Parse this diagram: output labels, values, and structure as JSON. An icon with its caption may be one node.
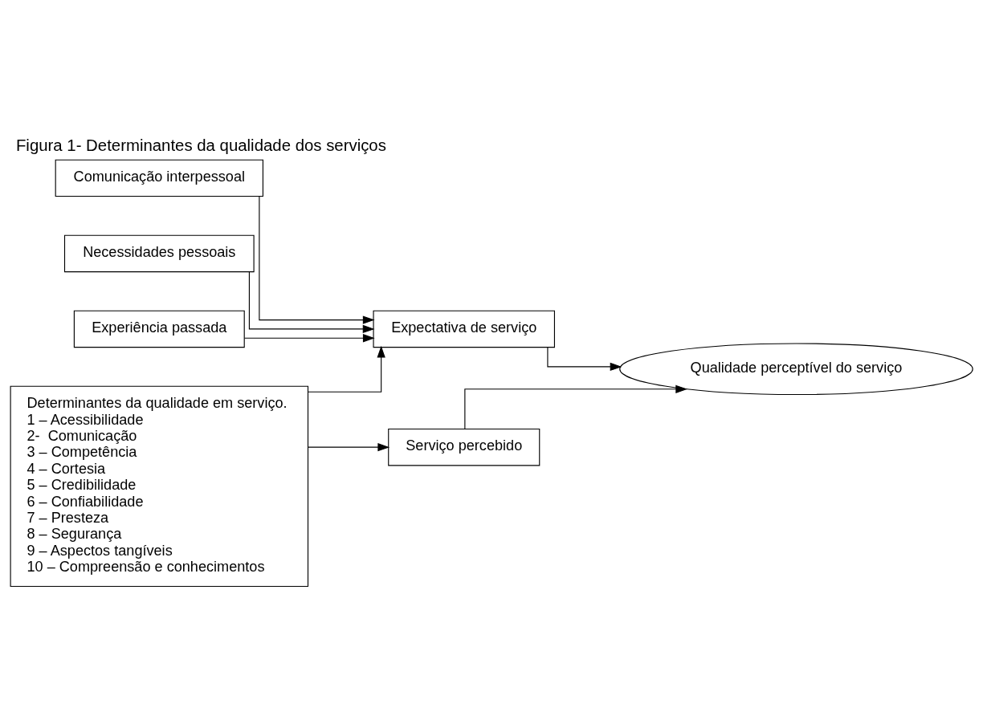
{
  "diagram": {
    "title": "Figura 1- Determinantes da qualidade dos serviços",
    "nodes": [
      {
        "text": [
          "Comunicação interpessoal"
        ]
      },
      {
        "text": [
          "Necessidades pessoais"
        ]
      },
      {
        "text": [
          "Experiência passada"
        ]
      },
      {
        "text": [
          "Determinantes da qualidade em serviço.",
          "1 – Acessibilidade",
          "2-  Comunicação",
          "3 – Competência",
          "4 – Cortesia",
          "5 – Credibilidade",
          "6 – Confiabilidade",
          "7 – Presteza",
          "8 – Segurança",
          "9 – Aspectos tangíveis",
          "10 – Compreensão e conhecimentos"
        ]
      },
      {
        "text": [
          "Expectativa de serviço"
        ]
      },
      {
        "text": [
          "Serviço percebido"
        ]
      },
      {
        "text": [
          "Qualidade perceptível do serviço"
        ]
      }
    ],
    "edges": [
      {
        "from": 0,
        "to": 4,
        "arrow": "to"
      },
      {
        "from": 1,
        "to": 4,
        "arrow": "to"
      },
      {
        "from": 2,
        "to": 4,
        "arrow": "to"
      },
      {
        "from": 3,
        "to": 4,
        "arrow": "to"
      },
      {
        "from": 3,
        "to": 5,
        "arrow": "to"
      },
      {
        "from": 4,
        "to": 6,
        "arrow": "to"
      },
      {
        "from": 5,
        "to": 6,
        "arrow": "to"
      }
    ]
  }
}
